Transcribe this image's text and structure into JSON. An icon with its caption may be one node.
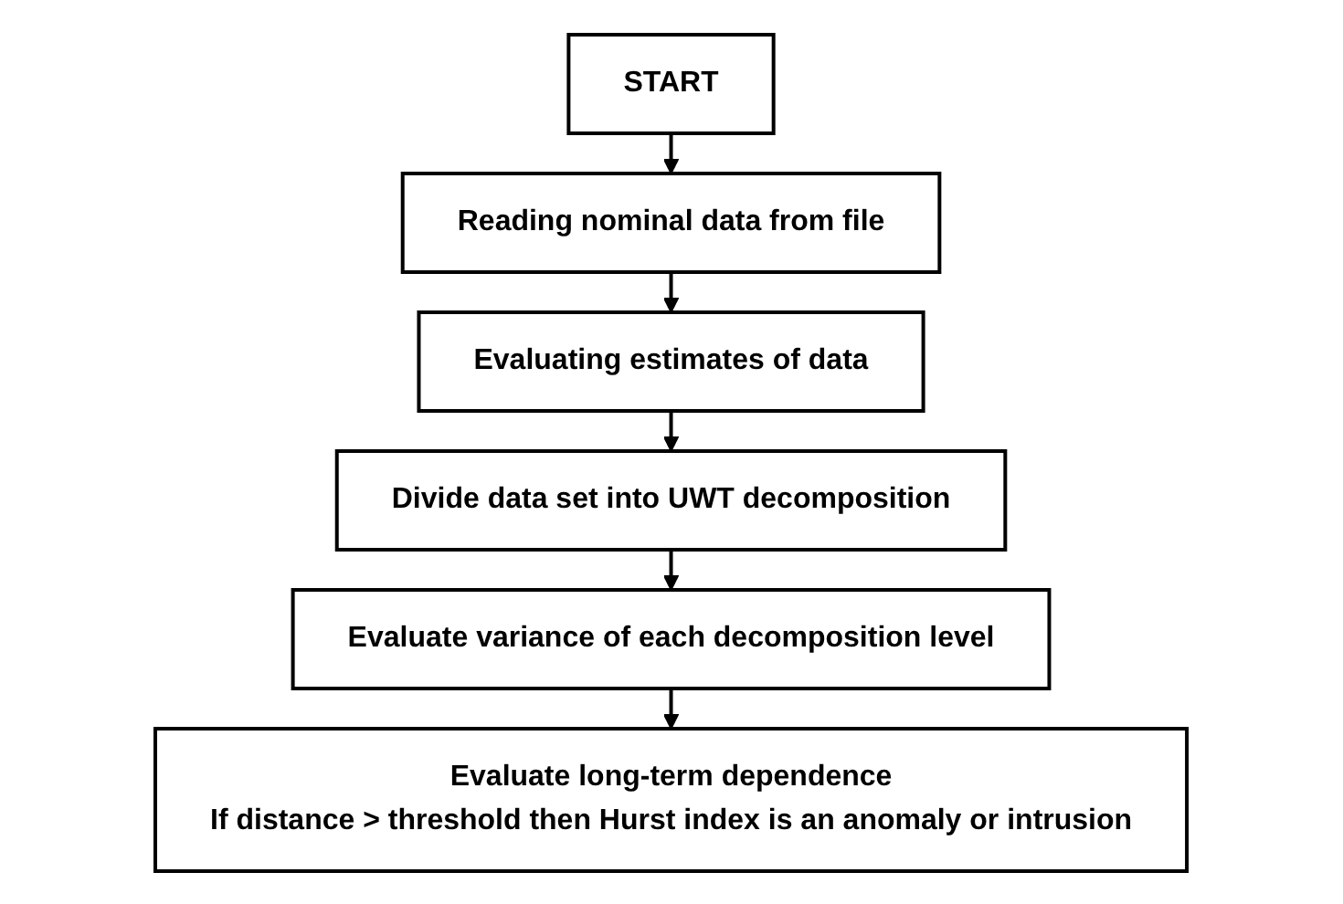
{
  "diagram": {
    "nodes": [
      {
        "text": [
          "START"
        ]
      },
      {
        "text": [
          "Reading nominal data from file"
        ]
      },
      {
        "text": [
          "Evaluating estimates of data"
        ]
      },
      {
        "text": [
          "Divide data set into UWT decomposition"
        ]
      },
      {
        "text": [
          "Evaluate variance of each decomposition level"
        ]
      },
      {
        "text": [
          "Evaluate long-term dependence",
          "If distance > threshold then Hurst index is an anomaly or intrusion"
        ]
      }
    ],
    "edges": [
      {
        "from": 0,
        "to": 1,
        "arrow": "to"
      },
      {
        "from": 1,
        "to": 2,
        "arrow": "to"
      },
      {
        "from": 2,
        "to": 3,
        "arrow": "to"
      },
      {
        "from": 3,
        "to": 4,
        "arrow": "to"
      },
      {
        "from": 4,
        "to": 5,
        "arrow": "to"
      }
    ]
  }
}
